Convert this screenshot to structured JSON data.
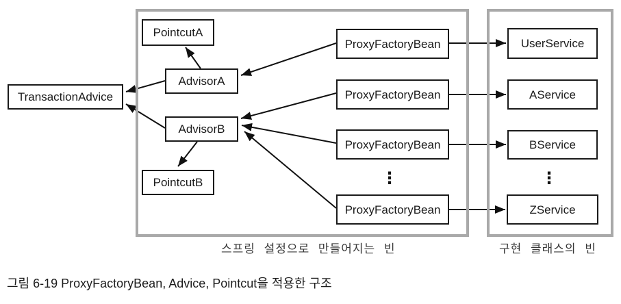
{
  "diagram": {
    "advice": {
      "label": "TransactionAdvice"
    },
    "spring_beans_group": {
      "caption": "스프링 설정으로 만들어지는 빈",
      "pointcut_a": "PointcutA",
      "advisor_a": "AdvisorA",
      "advisor_b": "AdvisorB",
      "pointcut_b": "PointcutB",
      "proxy_factory_beans": [
        "ProxyFactoryBean",
        "ProxyFactoryBean",
        "ProxyFactoryBean",
        "ProxyFactoryBean"
      ],
      "ellipsis": "⋮"
    },
    "impl_beans_group": {
      "caption": "구현 클래스의 빈",
      "services": [
        "UserService",
        "AService",
        "BService",
        "ZService"
      ],
      "ellipsis": "⋮"
    },
    "figure_caption": "그림 6-19 ProxyFactoryBean, Advice, Pointcut을 적용한 구조"
  },
  "colors": {
    "background": "#ffffff",
    "box_border": "#1a1a1a",
    "group_border": "#a9a9a9",
    "arrow": "#111111",
    "text": "#1a1a1a",
    "group_caption_text": "#383838"
  }
}
